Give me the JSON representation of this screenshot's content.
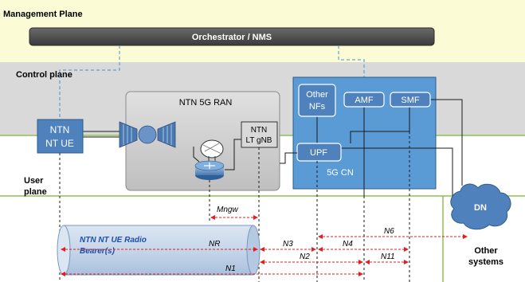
{
  "planes": {
    "management": "Management Plane",
    "control": "Control plane",
    "user_line1": "User",
    "user_line2": "plane"
  },
  "orchestrator": "Orchestrator / NMS",
  "ran": {
    "title": "NTN 5G RAN",
    "gnb_line1": "NTN",
    "gnb_line2": "LT gNB"
  },
  "ue": {
    "line1": "NTN",
    "line2": "NT UE"
  },
  "core": {
    "title": "5G CN",
    "other_line1": "Other",
    "other_line2": "NFs",
    "amf": "AMF",
    "smf": "SMF",
    "upf": "UPF"
  },
  "dn": "DN",
  "other_systems": {
    "line1": "Other",
    "line2": "systems"
  },
  "bearer": {
    "line1": "NTN NT UE Radio",
    "line2": "Bearer(s)"
  },
  "interfaces": {
    "mngw": "Mngw",
    "nr": "NR",
    "n1": "N1",
    "n2": "N2",
    "n3": "N3",
    "n4": "N4",
    "n6": "N6",
    "n11": "N11"
  },
  "colors": {
    "management_bg": "#fbfbd5",
    "control_bg": "#d9d9d9",
    "user_plane_line": "#8fbf4f",
    "box_blue": "#4f81bd",
    "box_blue_border": "#2e5c8c",
    "core_blue": "#5b9bd5",
    "interface_red": "#e02020",
    "dashed_blue": "#4a90c8",
    "orchestrator_dark": "#4a4a4a"
  }
}
